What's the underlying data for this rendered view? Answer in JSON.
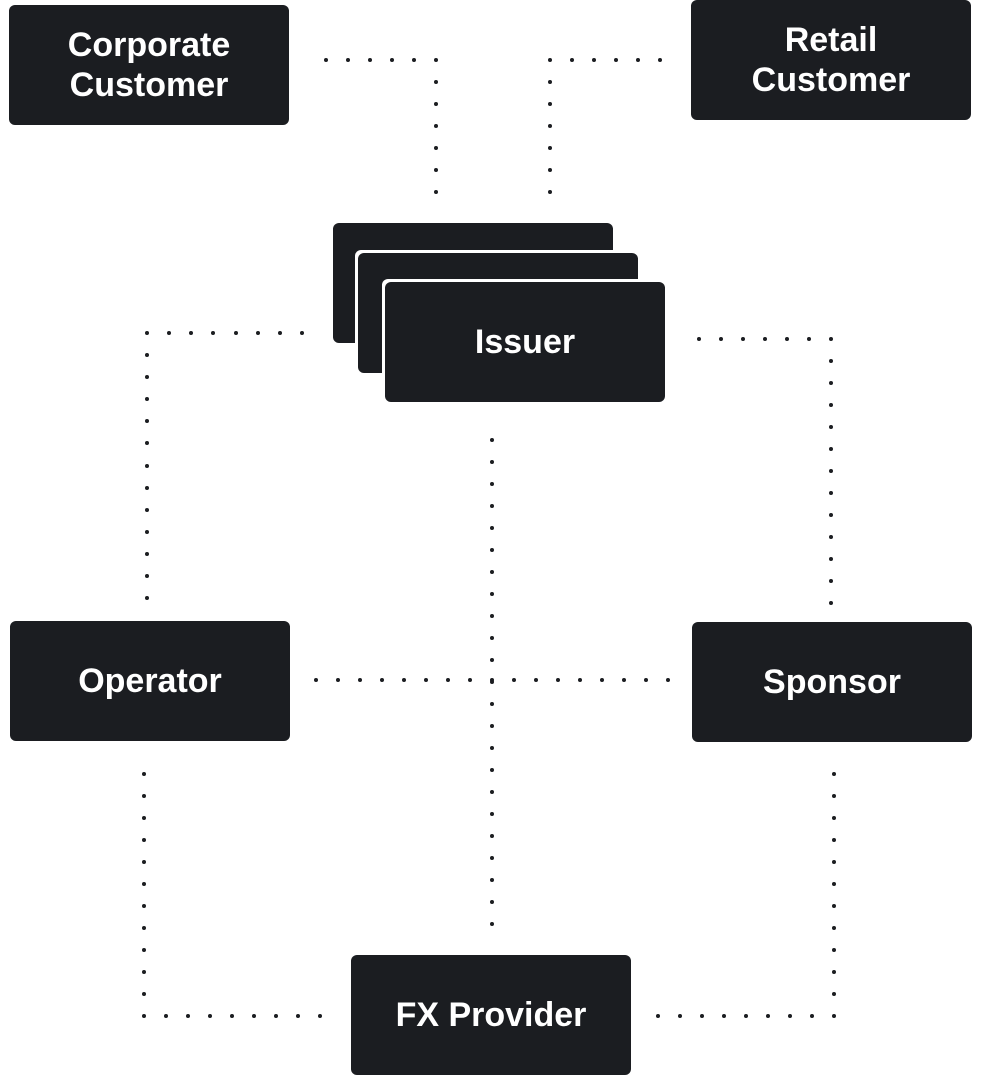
{
  "diagram": {
    "node_color": "#1b1d21",
    "text_color": "#ffffff",
    "dot_color": "#1b1d21",
    "nodes": {
      "corporate_customer": "Corporate\nCustomer",
      "retail_customer": "Retail\nCustomer",
      "issuer": "Issuer",
      "operator": "Operator",
      "sponsor": "Sponsor",
      "fx_provider": "FX Provider"
    },
    "connections": [
      {
        "from": "Corporate Customer",
        "to": "Issuer",
        "style": "dotted"
      },
      {
        "from": "Retail Customer",
        "to": "Issuer",
        "style": "dotted"
      },
      {
        "from": "Issuer",
        "to": "Operator",
        "style": "dotted"
      },
      {
        "from": "Issuer",
        "to": "Sponsor",
        "style": "dotted"
      },
      {
        "from": "Issuer",
        "to": "FX Provider",
        "style": "dotted"
      },
      {
        "from": "Operator",
        "to": "Sponsor",
        "style": "dotted"
      },
      {
        "from": "Operator",
        "to": "FX Provider",
        "style": "dotted"
      },
      {
        "from": "Sponsor",
        "to": "FX Provider",
        "style": "dotted"
      }
    ],
    "issuer_stack_count": 3
  }
}
